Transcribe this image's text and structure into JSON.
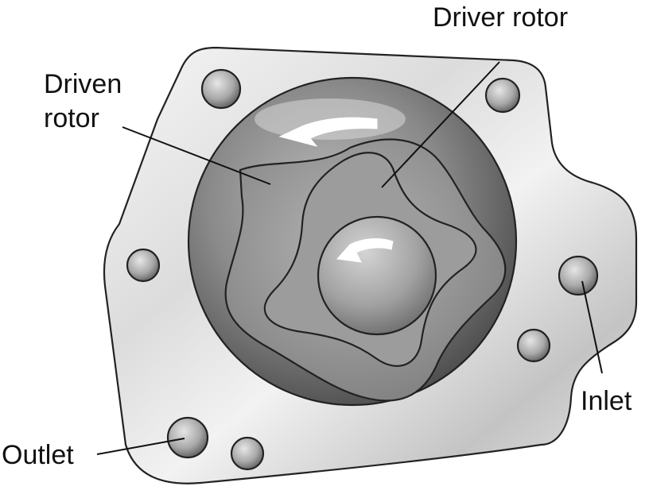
{
  "labels": {
    "driver_rotor": "Driver rotor",
    "driven_rotor_line1": "Driven",
    "driven_rotor_line2": "rotor",
    "inlet": "Inlet",
    "outlet": "Outlet"
  },
  "icons": {
    "rotation_arrow_outer": "curved-arrow-counterclockwise-icon",
    "rotation_arrow_inner": "curved-arrow-counterclockwise-icon"
  },
  "colors": {
    "housing_light": "#f4f4f4",
    "housing_dark": "#b9b9b9",
    "chamber_dark": "#6a6a6a",
    "rotor_fill": "#9a9a9a",
    "line": "#222222",
    "text": "#111111"
  }
}
